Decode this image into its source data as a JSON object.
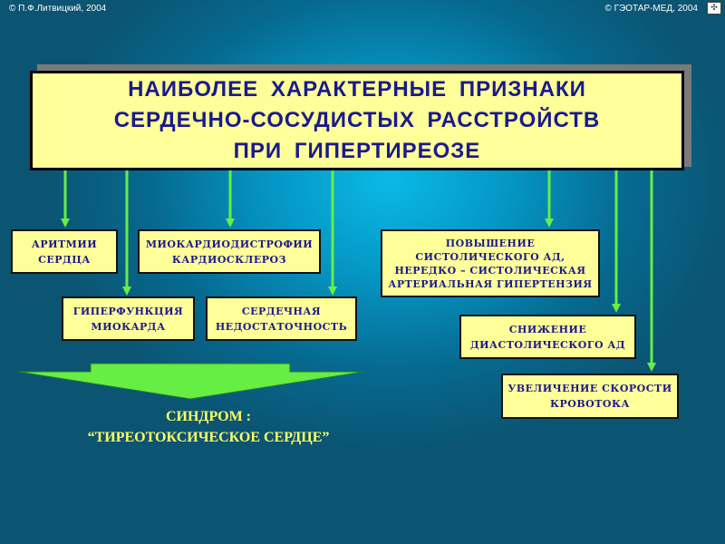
{
  "copyright": {
    "left": "© П.Ф.Литвицкий, 2004",
    "right": "© ГЭОТАР-МЕД, 2004"
  },
  "nav_icon_glyph": "✣",
  "title": {
    "line1": "НАИБОЛЕЕ  ХАРАКТЕРНЫЕ  ПРИЗНАКИ",
    "line2": "СЕРДЕЧНО-СОСУДИСТЫХ   РАССТРОЙСТВ",
    "line3": "ПРИ   ГИПЕРТИРЕОЗЕ"
  },
  "boxes": {
    "arrhythmia": {
      "line1": "АРИТМИИ",
      "line2": "СЕРДЦА"
    },
    "myocardiodystrophy": {
      "line1": "МИОКАРДИОДИСТРОФИИ",
      "line2": "КАРДИОСКЛЕРОЗ"
    },
    "hyperfunction": {
      "line1": "ГИПЕРФУНКЦИЯ",
      "line2": "МИОКАРДА"
    },
    "heart_failure": {
      "line1": "СЕРДЕЧНАЯ",
      "line2": "НЕДОСТАТОЧНОСТЬ"
    },
    "bp_increase": {
      "line1": "ПОВЫШЕНИЕ",
      "line2": "СИСТОЛИЧЕСКОГО  АД,",
      "line3": "НЕРЕДКО – СИСТОЛИЧЕСКАЯ",
      "line4": "АРТЕРИАЛЬНАЯ ГИПЕРТЕНЗИЯ"
    },
    "diastolic_decrease": {
      "line1": "СНИЖЕНИЕ",
      "line2": "ДИАСТОЛИЧЕСКОГО  АД"
    },
    "blood_flow": {
      "line1": "УВЕЛИЧЕНИЕ СКОРОСТИ",
      "line2": "КРОВОТОКА"
    }
  },
  "syndrome": {
    "line1": "СИНДРОМ :",
    "line2": "“ТИРЕОТОКСИЧЕСКОЕ СЕРДЦЕ”"
  },
  "colors": {
    "arrow": "#66ee44",
    "box_fill": "#ffff99",
    "title_text": "#1a1a8c",
    "syndrome_text": "#ffff66"
  }
}
